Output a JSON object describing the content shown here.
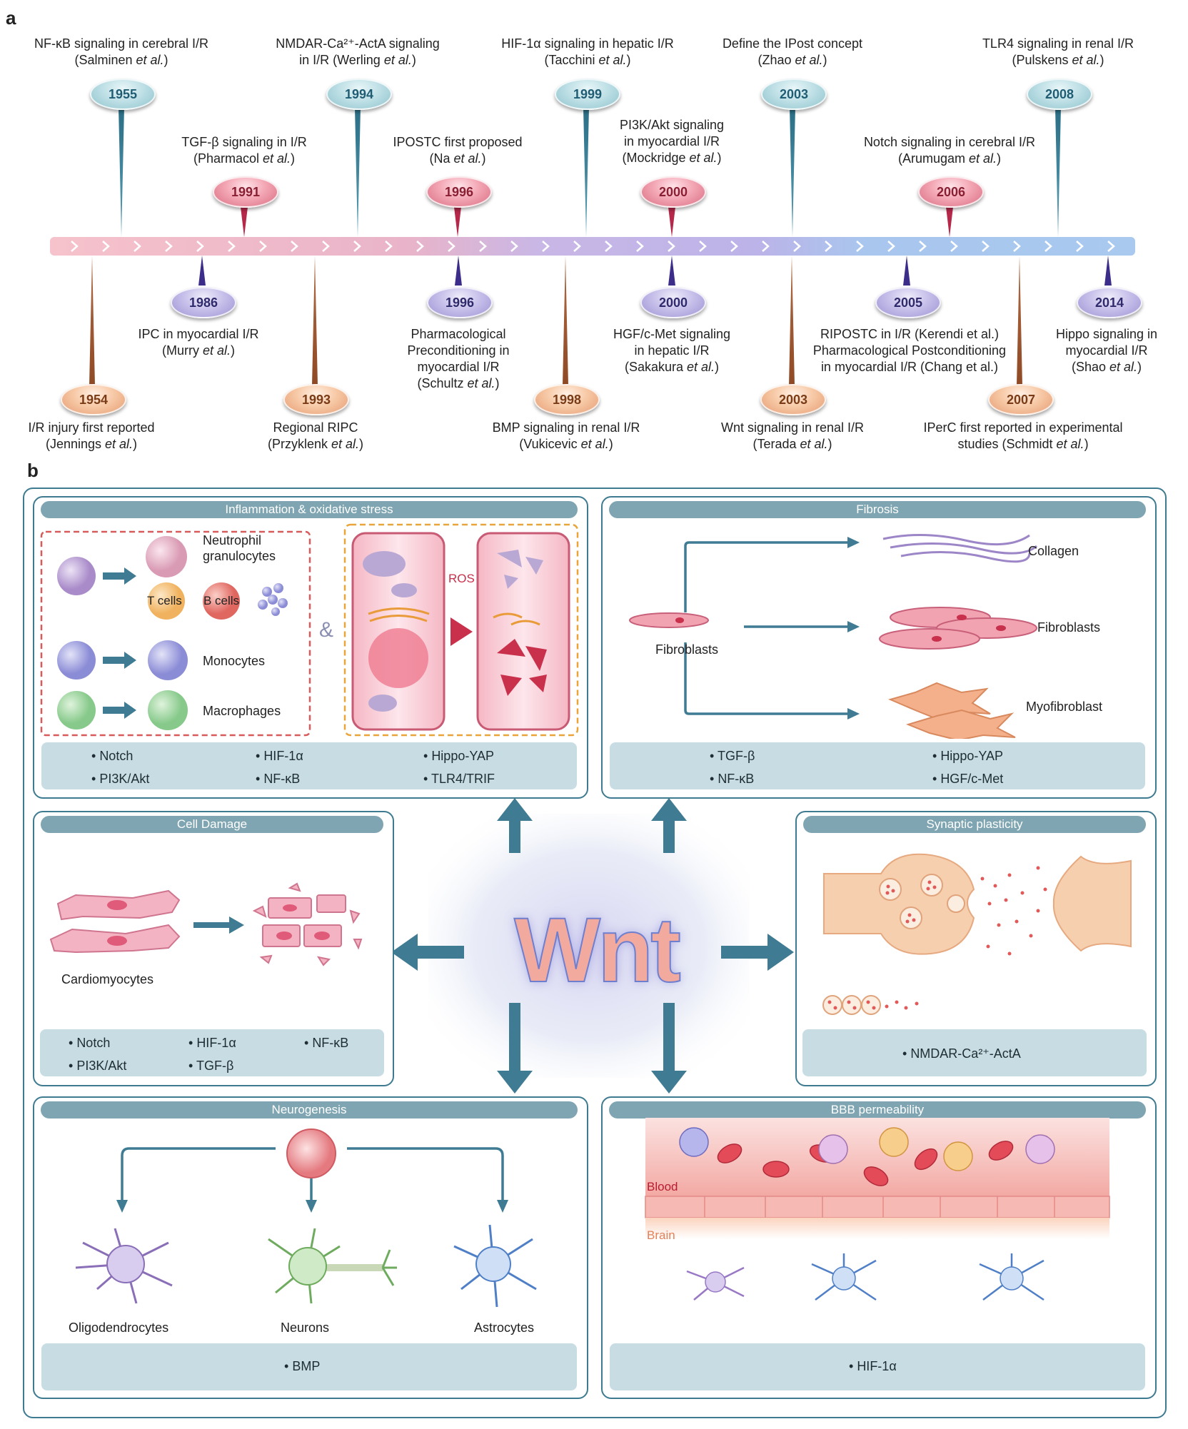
{
  "panel_labels": {
    "a": "a",
    "b": "b"
  },
  "timeline": {
    "top": [
      {
        "year": "1955",
        "line1": "NF-κB signaling in cerebral I/R",
        "author": "Salminen",
        "etal": "et al."
      },
      {
        "year": "1994",
        "line1": "NMDAR-Ca²⁺-ActA signaling",
        "line2": "in I/R",
        "author": "Werling",
        "etal": "et al."
      },
      {
        "year": "1999",
        "line1": "HIF-1α signaling in hepatic I/R",
        "author": "Tacchini",
        "etal": "et al."
      },
      {
        "year": "2003",
        "line1": "Define the IPost concept",
        "author": "Zhao",
        "etal": "et al."
      },
      {
        "year": "2008",
        "line1": "TLR4 signaling in renal I/R",
        "author": "Pulskens",
        "etal": "et al."
      },
      {
        "year": "1991",
        "line1": "TGF-β signaling in I/R",
        "author": "Pharmacol",
        "etal": "et al."
      },
      {
        "year": "1996",
        "line1": "IPOSTC first proposed",
        "author": "Na",
        "etal": "et al."
      },
      {
        "year": "2000",
        "line1": "PI3K/Akt signaling",
        "line2": "in myocardial I/R",
        "author": "Mockridge",
        "etal": "et al."
      },
      {
        "year": "2006",
        "line1": "Notch signaling in cerebral I/R",
        "author": "Arumugam",
        "etal": "et al."
      }
    ],
    "bottom": [
      {
        "year": "1986",
        "line1": "IPC in myocardial I/R",
        "author": "Murry",
        "etal": "et al."
      },
      {
        "year": "1996",
        "line1": "Pharmacological",
        "line2": "Preconditioning in",
        "line3": "myocardial I/R",
        "author": "Schultz",
        "etal": "et al."
      },
      {
        "year": "2000",
        "line1": "HGF/c-Met signaling",
        "line2": "in hepatic I/R",
        "author": "Sakakura",
        "etal": "et al."
      },
      {
        "year": "2005",
        "line1": "RIPOSTC in I/R (Kerendi et al.)",
        "line2": "Pharmacological Postconditioning",
        "line3": "in myocardial I/R (Chang et al.)"
      },
      {
        "year": "2014",
        "line1": "Hippo signaling in",
        "line2": "myocardial I/R",
        "author": "Shao",
        "etal": "et al."
      },
      {
        "year": "1954",
        "line1": "I/R injury first reported",
        "author": "Jennings",
        "etal": "et al."
      },
      {
        "year": "1993",
        "line1": "Regional RIPC",
        "author": "Przyklenk",
        "etal": "et al."
      },
      {
        "year": "1998",
        "line1": "BMP signaling in renal I/R",
        "author": "Vukicevic",
        "etal": "et al."
      },
      {
        "year": "2003",
        "line1": "Wnt signaling in renal I/R",
        "author": "Terada",
        "etal": "et al."
      },
      {
        "year": "2007",
        "line1": "IPerC first reported in experimental",
        "line2": "studies",
        "author": "Schmidt",
        "etal": "et al."
      }
    ]
  },
  "center": {
    "label": "Wnt"
  },
  "panels": {
    "inflammation": {
      "title": "Inflammation & oxidative stress",
      "cells": {
        "neutrophil": "Neutrophil\ngranulocytes",
        "t_cells": "T cells",
        "b_cells": "B cells",
        "monocytes": "Monocytes",
        "macrophages": "Macrophages"
      },
      "ros": "ROS",
      "amp": "&",
      "signals": [
        "Notch",
        "HIF-1α",
        "Hippo-YAP",
        "PI3K/Akt",
        "NF-κB",
        "TLR4/TRIF"
      ]
    },
    "fibrosis": {
      "title": "Fibrosis",
      "labels": {
        "source": "Fibroblasts",
        "collagen": "Collagen",
        "fibroblasts": "Fibroblasts",
        "myofibroblast": "Myofibroblast"
      },
      "signals": [
        "TGF-β",
        "Hippo-YAP",
        "NF-κB",
        "HGF/c-Met"
      ]
    },
    "cell_damage": {
      "title": "Cell Damage",
      "labels": {
        "cardiomyocytes": "Cardiomyocytes"
      },
      "signals": [
        "Notch",
        "HIF-1α",
        "NF-κB",
        "PI3K/Akt",
        "TGF-β"
      ]
    },
    "synaptic": {
      "title": "Synaptic plasticity",
      "signals": [
        "NMDAR-Ca²⁺-ActA"
      ]
    },
    "neurogenesis": {
      "title": "Neurogenesis",
      "labels": {
        "oligodendrocytes": "Oligodendrocytes",
        "neurons": "Neurons",
        "astrocytes": "Astrocytes"
      },
      "signals": [
        "BMP"
      ]
    },
    "bbb": {
      "title": "BBB permeability",
      "labels": {
        "blood": "Blood",
        "brain": "Brain"
      },
      "signals": [
        "HIF-1α"
      ]
    }
  },
  "colors": {
    "frame": "#3e7b91",
    "header": "#7ea5b1",
    "signal_bg": "#c8dde3",
    "arrow": "#3f7b93",
    "blue_badge": "#a8d3dc",
    "pink_badge": "#ec99a9",
    "purple_badge": "#b5acdf",
    "orange_badge": "#f0b690"
  }
}
